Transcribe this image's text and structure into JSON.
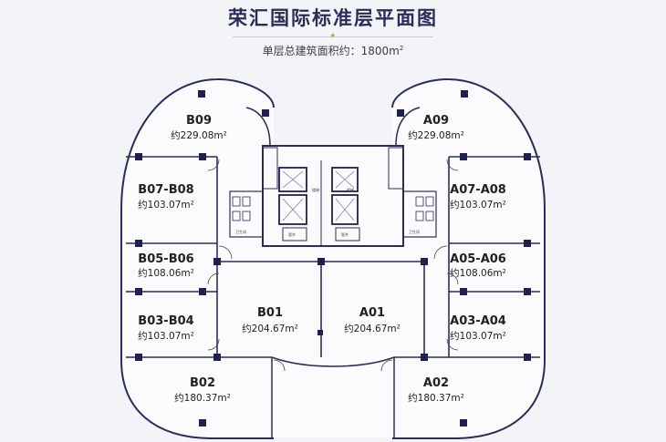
{
  "header": {
    "title": "荣汇国际标准层平面图",
    "subtitle_prefix": "单层总建筑面积约：1800m",
    "subtitle_sup": "2"
  },
  "units": [
    {
      "name": "B09",
      "area": "约229.08m²"
    },
    {
      "name": "A09",
      "area": "约229.08m²"
    },
    {
      "name": "B07-B08",
      "area": "约103.07m²"
    },
    {
      "name": "A07-A08",
      "area": "约103.07m²"
    },
    {
      "name": "B05-B06",
      "area": "约108.06m²"
    },
    {
      "name": "A05-A06",
      "area": "约108.06m²"
    },
    {
      "name": "B01",
      "area": "约204.67m²"
    },
    {
      "name": "A01",
      "area": "约204.67m²"
    },
    {
      "name": "B03-B04",
      "area": "约103.07m²"
    },
    {
      "name": "A03-A04",
      "area": "约103.07m²"
    },
    {
      "name": "B02",
      "area": "约180.37m²"
    },
    {
      "name": "A02",
      "area": "约180.37m²"
    }
  ],
  "core_labels": {
    "stair_left": "楼梯",
    "stair_right": "楼梯",
    "well_left": "管井",
    "well_right": "管井",
    "wc_left": "卫生间",
    "wc_right": "卫生间"
  }
}
